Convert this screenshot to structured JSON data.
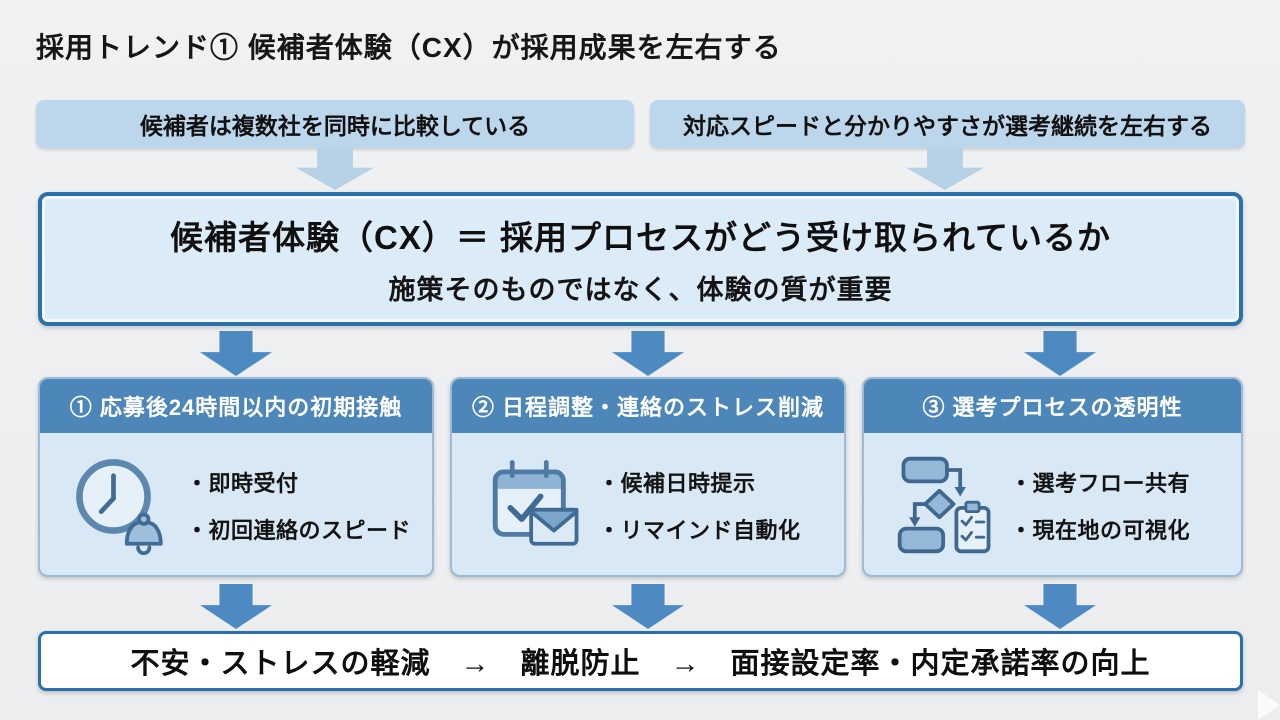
{
  "title": "採用トレンド① 候補者体験（CX）が採用成果を左右する",
  "premises": [
    {
      "text": "候補者は複数社を同時に比較している"
    },
    {
      "text": "対応スピードと分かりやすさが選考継続を左右する"
    }
  ],
  "definition": {
    "line1": "候補者体験（CX）＝ 採用プロセスがどう受け取られているか",
    "line2": "施策そのものではなく、体験の質が重要"
  },
  "factors": [
    {
      "heading": "① 応募後24時間以内の初期接触",
      "icon": "clock-bell-icon",
      "bullets": [
        "・即時受付",
        "・初回連絡のスピード"
      ]
    },
    {
      "heading": "② 日程調整・連絡のストレス削減",
      "icon": "calendar-mail-icon",
      "bullets": [
        "・候補日時提示",
        "・リマインド自動化"
      ]
    },
    {
      "heading": "③ 選考プロセスの透明性",
      "icon": "flowchart-checklist-icon",
      "bullets": [
        "・選考フロー共有",
        "・現在地の可視化"
      ]
    }
  ],
  "outcome": {
    "text": "不安・ストレスの軽減　→　離脱防止　→　面接設定率・内定承諾率の向上"
  },
  "colors": {
    "background": "#edeff0",
    "premise_fill": "#bcd7ec",
    "definition_fill": "#dcebf8",
    "border_blue": "#2c70a9",
    "card_header_blue": "#4d87ba",
    "card_body_fill": "#d9e8f5",
    "arrow_light": "#b7d1e7",
    "arrow_dark": "#4d8ac2",
    "text_dark": "#1a1a1a",
    "text_white": "#ffffff"
  }
}
